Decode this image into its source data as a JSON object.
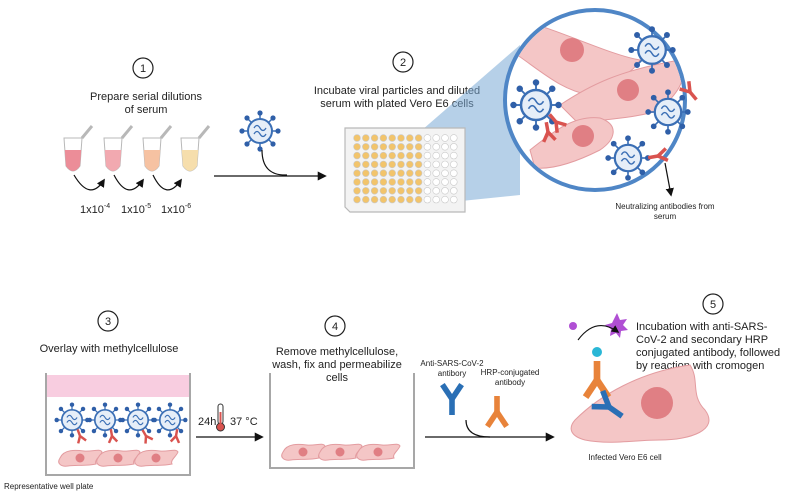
{
  "steps": {
    "s1": {
      "number": "1",
      "title_line1": "Prepare serial dilutions",
      "title_line2": "of serum"
    },
    "s2": {
      "number": "2",
      "title_line1": "Incubate viral particles and diluted",
      "title_line2": "serum with plated Vero E6 cells"
    },
    "s3": {
      "number": "3",
      "title_line1": "Overlay with methylcellulose"
    },
    "s4": {
      "number": "4",
      "title_line1": "Remove methylcellulose,",
      "title_line2": "wash, fix and permeabilize",
      "title_line3": "cells"
    },
    "s5": {
      "number": "5",
      "title_line1": "Incubation with anti-SARS-",
      "title_line2": "CoV-2 and secondary HRP",
      "title_line3": "conjugated antibody, followed",
      "title_line4": "by reaction with cromogen"
    }
  },
  "dilutions": [
    {
      "base": "1x10",
      "exp": "-4"
    },
    {
      "base": "1x10",
      "exp": "-5"
    },
    {
      "base": "1x10",
      "exp": "-6"
    }
  ],
  "labels": {
    "neutralizing_line1": "Neutralizing antibodies from",
    "neutralizing_line2": "serum",
    "well_plate": "Representative well plate",
    "time": "24h",
    "temperature": "37 °C",
    "anti_sars_line1": "Anti-SARS-CoV-2",
    "anti_sars_line2": "antibory",
    "hrp_line1": "HRP-conjugated",
    "hrp_line2": "antibody",
    "infected_cell": "Infected Vero E6 cell"
  },
  "colors": {
    "cell_fill": "#f4c6c6",
    "cell_nucleus": "#e07f84",
    "virus_blue": "#3b6fb5",
    "spike_blue": "#2f5fa8",
    "antibody_red": "#d9534f",
    "antibody_blue": "#2a6fb5",
    "antibody_orange": "#e8833a",
    "methylcellulose": "#f8cde0",
    "zoom_circle": "#4f86c6",
    "well_yellow": "#f2c46b",
    "hrp_cyan": "#2ab7d6",
    "substrate_purple": "#b04fd4"
  }
}
